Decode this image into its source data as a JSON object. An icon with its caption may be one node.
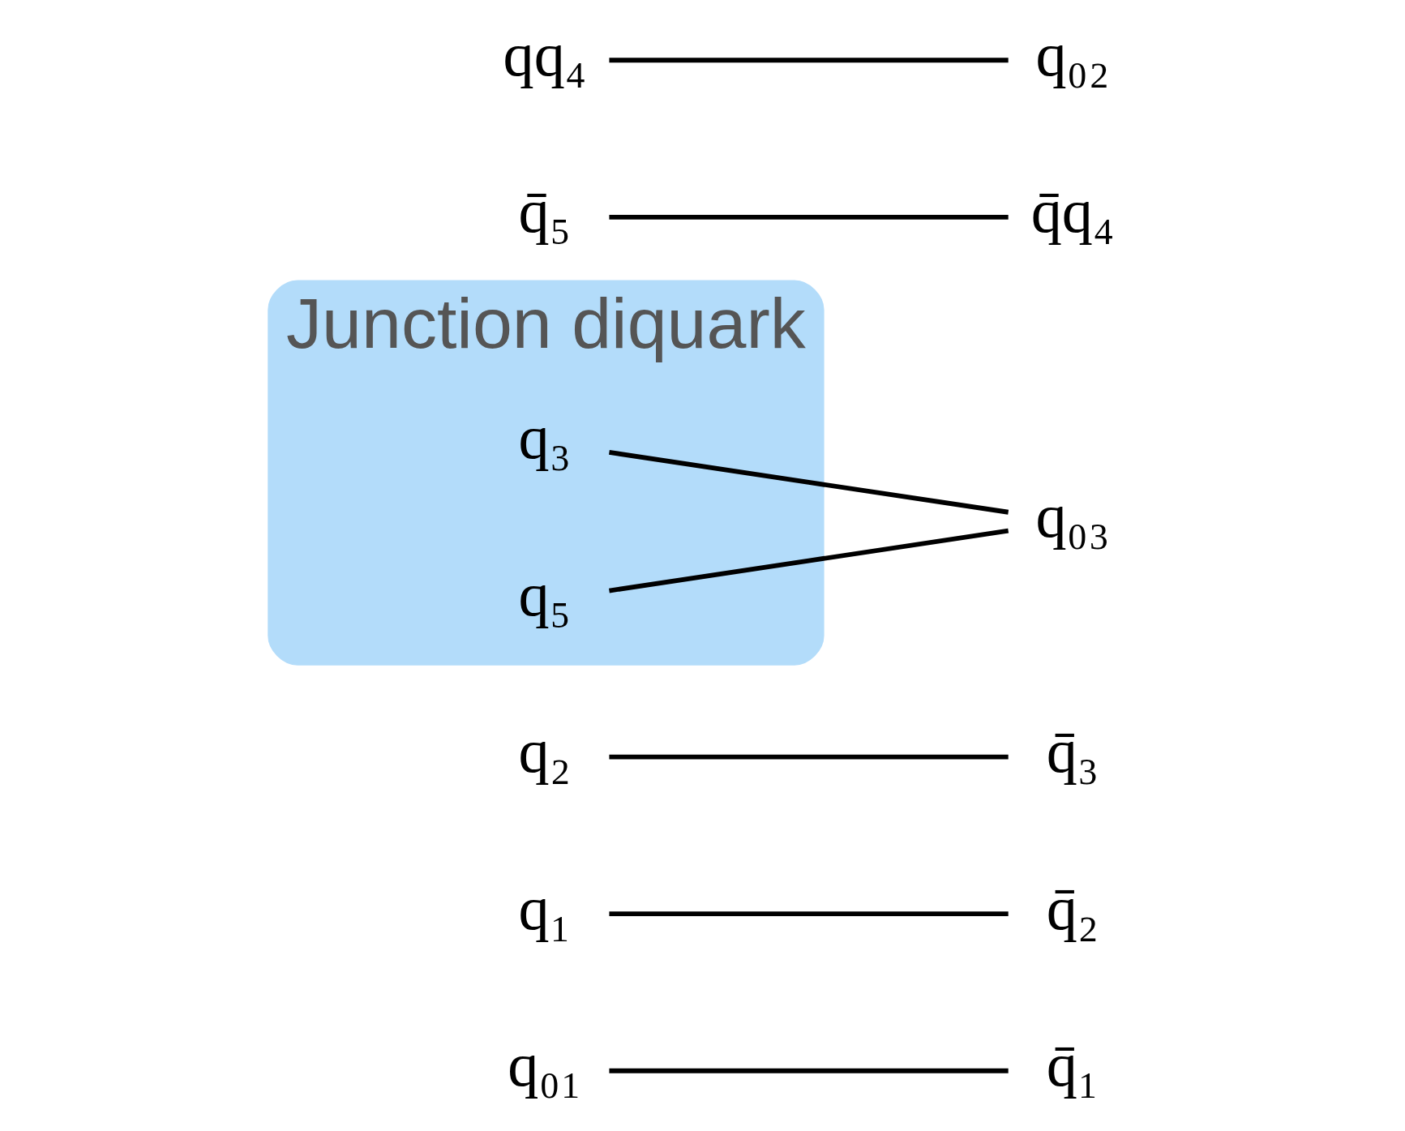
{
  "diagram": {
    "nodes": [
      {
        "text": [
          "q₀₁"
        ]
      },
      {
        "text": [
          "q̄₁"
        ]
      },
      {
        "text": [
          "q₁"
        ]
      },
      {
        "text": [
          "q̄₂"
        ]
      },
      {
        "text": [
          "q₂"
        ]
      },
      {
        "text": [
          "q̄₃"
        ]
      },
      {
        "text": [
          "Junction diquark"
        ]
      },
      {
        "text": [
          "q₃"
        ],
        "in": 6
      },
      {
        "text": [
          "q₅"
        ],
        "in": 6
      },
      {
        "text": [
          "q̄₅"
        ]
      },
      {
        "text": [
          "q̄q₄"
        ]
      },
      {
        "text": [
          "qq₄"
        ]
      },
      {
        "text": [
          "q₀₂"
        ]
      },
      {
        "text": [
          "q₀₃"
        ]
      }
    ],
    "edges": [
      {
        "from": 0,
        "to": 1,
        "arrow": "none"
      },
      {
        "from": 2,
        "to": 3,
        "arrow": "none"
      },
      {
        "from": 4,
        "to": 5,
        "arrow": "none"
      },
      {
        "from": 7,
        "to": 13,
        "arrow": "none"
      },
      {
        "from": 8,
        "to": 13,
        "arrow": "none"
      },
      {
        "from": 9,
        "to": 10,
        "arrow": "none"
      },
      {
        "from": 11,
        "to": 12,
        "arrow": "none"
      }
    ]
  }
}
